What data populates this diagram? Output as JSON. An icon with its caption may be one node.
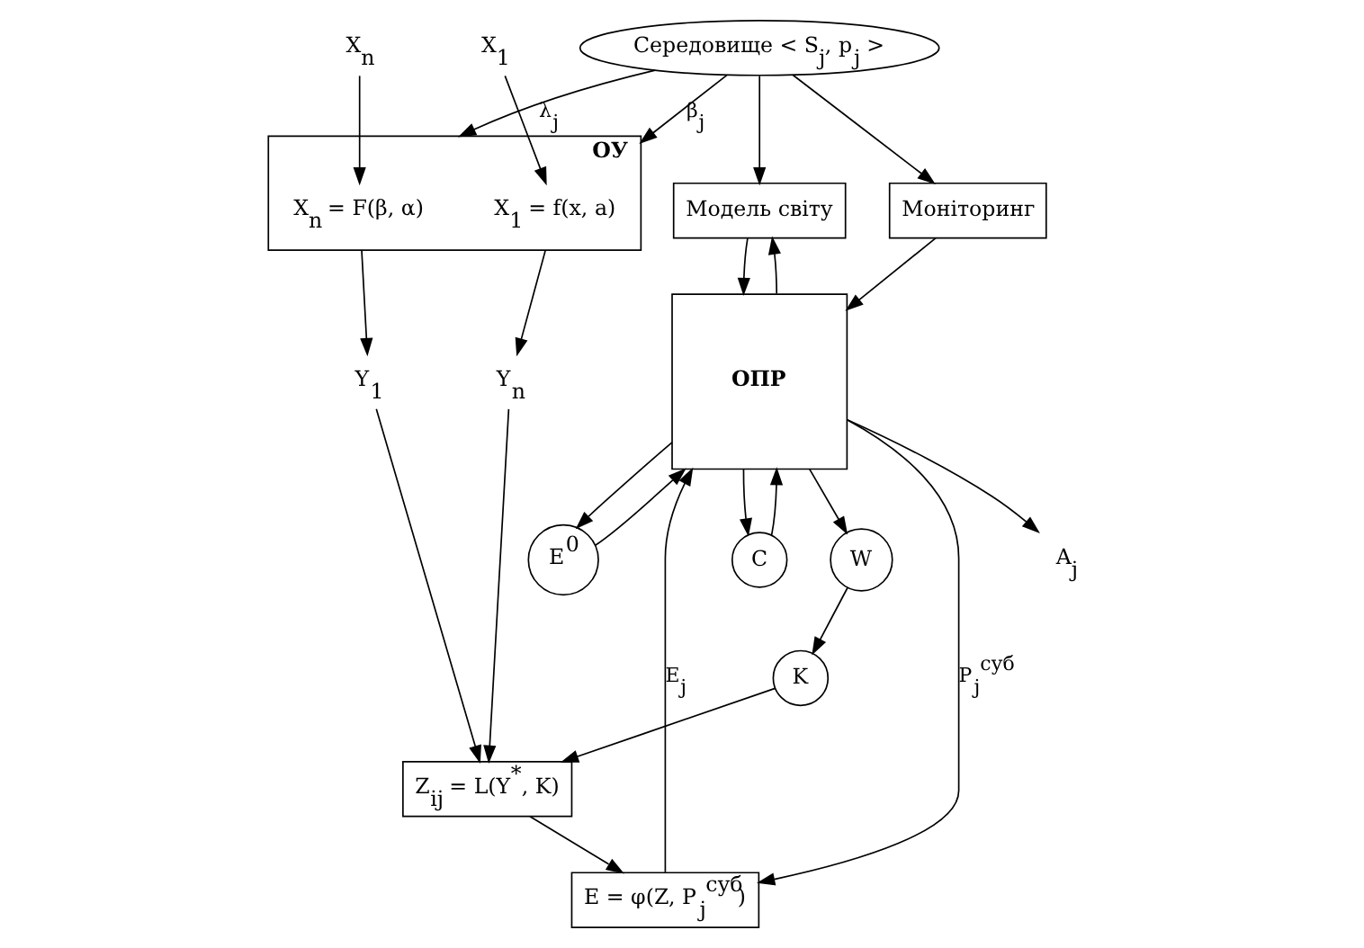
{
  "diagram": {
    "nodes": [
      {
        "text": [
          "Середовище < S$_{j}$, p$_{j}$ >"
        ]
      },
      {
        "text": [
          "Модель світу"
        ]
      },
      {
        "text": [
          "Моніторинг"
        ]
      },
      {
        "text": [
          "ОПР"
        ]
      },
      {
        "text": [
          "ОУ"
        ]
      },
      {
        "text": [
          "X$_{1}$ = f(x, a)"
        ],
        "in": 4
      },
      {
        "text": [
          "X$_{n}$ = F(β, α)"
        ],
        "in": 4
      },
      {
        "text": [
          "X$_{1}$"
        ]
      },
      {
        "text": [
          "X$_{n}$"
        ]
      },
      {
        "text": [
          "Y$_{1}$"
        ]
      },
      {
        "text": [
          "Y$_{n}$"
        ]
      },
      {
        "text": [
          "A$_{j}$"
        ]
      },
      {
        "text": [
          "E$^{0}$"
        ]
      },
      {
        "text": [
          "C"
        ]
      },
      {
        "text": [
          "W"
        ]
      },
      {
        "text": [
          "K"
        ]
      },
      {
        "text": [
          "E = φ(Z, P$_{j}$$^{суб}$)"
        ]
      },
      {
        "text": [
          "Z$_{ij}$ = L(Y$^{*}$, K)"
        ]
      }
    ],
    "edges": [
      {
        "from": 0,
        "to": 1,
        "arrow": "to"
      },
      {
        "from": 0,
        "to": 2,
        "arrow": "to"
      },
      {
        "from": 0,
        "to": 4,
        "arrow": "to",
        "label": "β$_{j}$"
      },
      {
        "from": 0,
        "to": 4,
        "arrow": "to",
        "label": "λ$_{j}$"
      },
      {
        "from": 1,
        "to": 3,
        "arrow": "to"
      },
      {
        "from": 3,
        "to": 1,
        "arrow": "to"
      },
      {
        "from": 2,
        "to": 3,
        "arrow": "to"
      },
      {
        "from": 12,
        "to": 3,
        "arrow": "to"
      },
      {
        "from": 3,
        "to": 12,
        "arrow": "to"
      },
      {
        "from": 3,
        "to": 13,
        "arrow": "to"
      },
      {
        "from": 13,
        "to": 3,
        "arrow": "to"
      },
      {
        "from": 3,
        "to": 14,
        "arrow": "to"
      },
      {
        "from": 14,
        "to": 15,
        "arrow": "to"
      },
      {
        "from": 15,
        "to": 17,
        "arrow": "to"
      },
      {
        "from": 3,
        "to": 11,
        "arrow": "to"
      },
      {
        "from": 7,
        "to": 5,
        "arrow": "to"
      },
      {
        "from": 8,
        "to": 6,
        "arrow": "to"
      },
      {
        "from": 4,
        "to": 9,
        "arrow": "to"
      },
      {
        "from": 4,
        "to": 10,
        "arrow": "to"
      },
      {
        "from": 9,
        "to": 17,
        "arrow": "to"
      },
      {
        "from": 10,
        "to": 17,
        "arrow": "to"
      },
      {
        "from": 17,
        "to": 16,
        "arrow": "to"
      },
      {
        "from": 3,
        "to": 16,
        "arrow": "to",
        "label": "P$_{j}$$^{суб}$"
      },
      {
        "from": 16,
        "to": 3,
        "arrow": "to",
        "label": "E$_{j}$"
      }
    ]
  }
}
